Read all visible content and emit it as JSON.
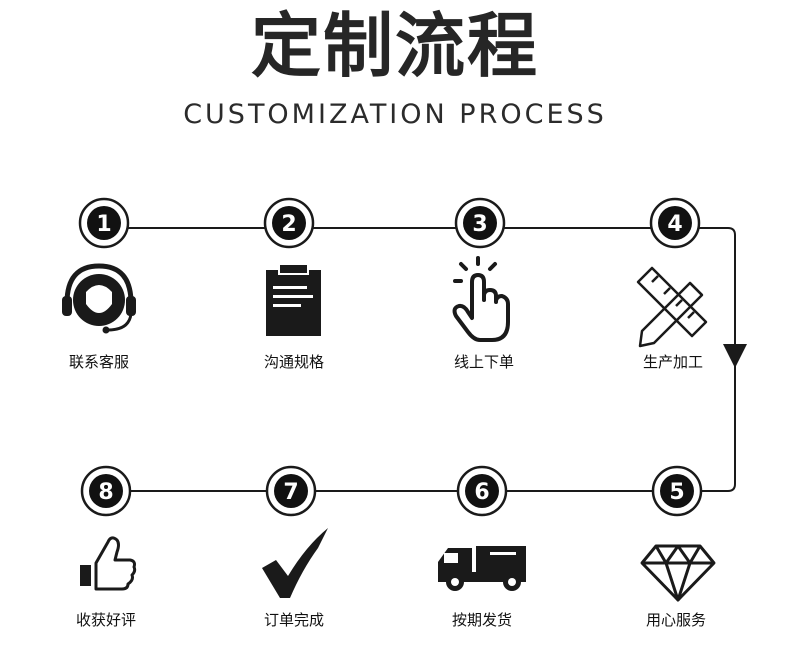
{
  "header": {
    "title": "定制流程",
    "subtitle": "CUSTOMIZATION PROCESS"
  },
  "steps": [
    {
      "number": "1",
      "label": "联系客服",
      "icon": "headset-icon"
    },
    {
      "number": "2",
      "label": "沟通规格",
      "icon": "clipboard-icon"
    },
    {
      "number": "3",
      "label": "线上下单",
      "icon": "tap-hand-icon"
    },
    {
      "number": "4",
      "label": "生产加工",
      "icon": "ruler-pencil-icon"
    },
    {
      "number": "5",
      "label": "用心服务",
      "icon": "diamond-icon"
    },
    {
      "number": "6",
      "label": "按期发货",
      "icon": "delivery-truck-icon"
    },
    {
      "number": "7",
      "label": "订单完成",
      "icon": "checkmark-icon"
    },
    {
      "number": "8",
      "label": "收获好评",
      "icon": "thumbs-up-icon"
    }
  ],
  "colors": {
    "line": "#1a1a1a",
    "icon": "#1a1a1a",
    "badge": "#111111",
    "background": "#ffffff"
  }
}
